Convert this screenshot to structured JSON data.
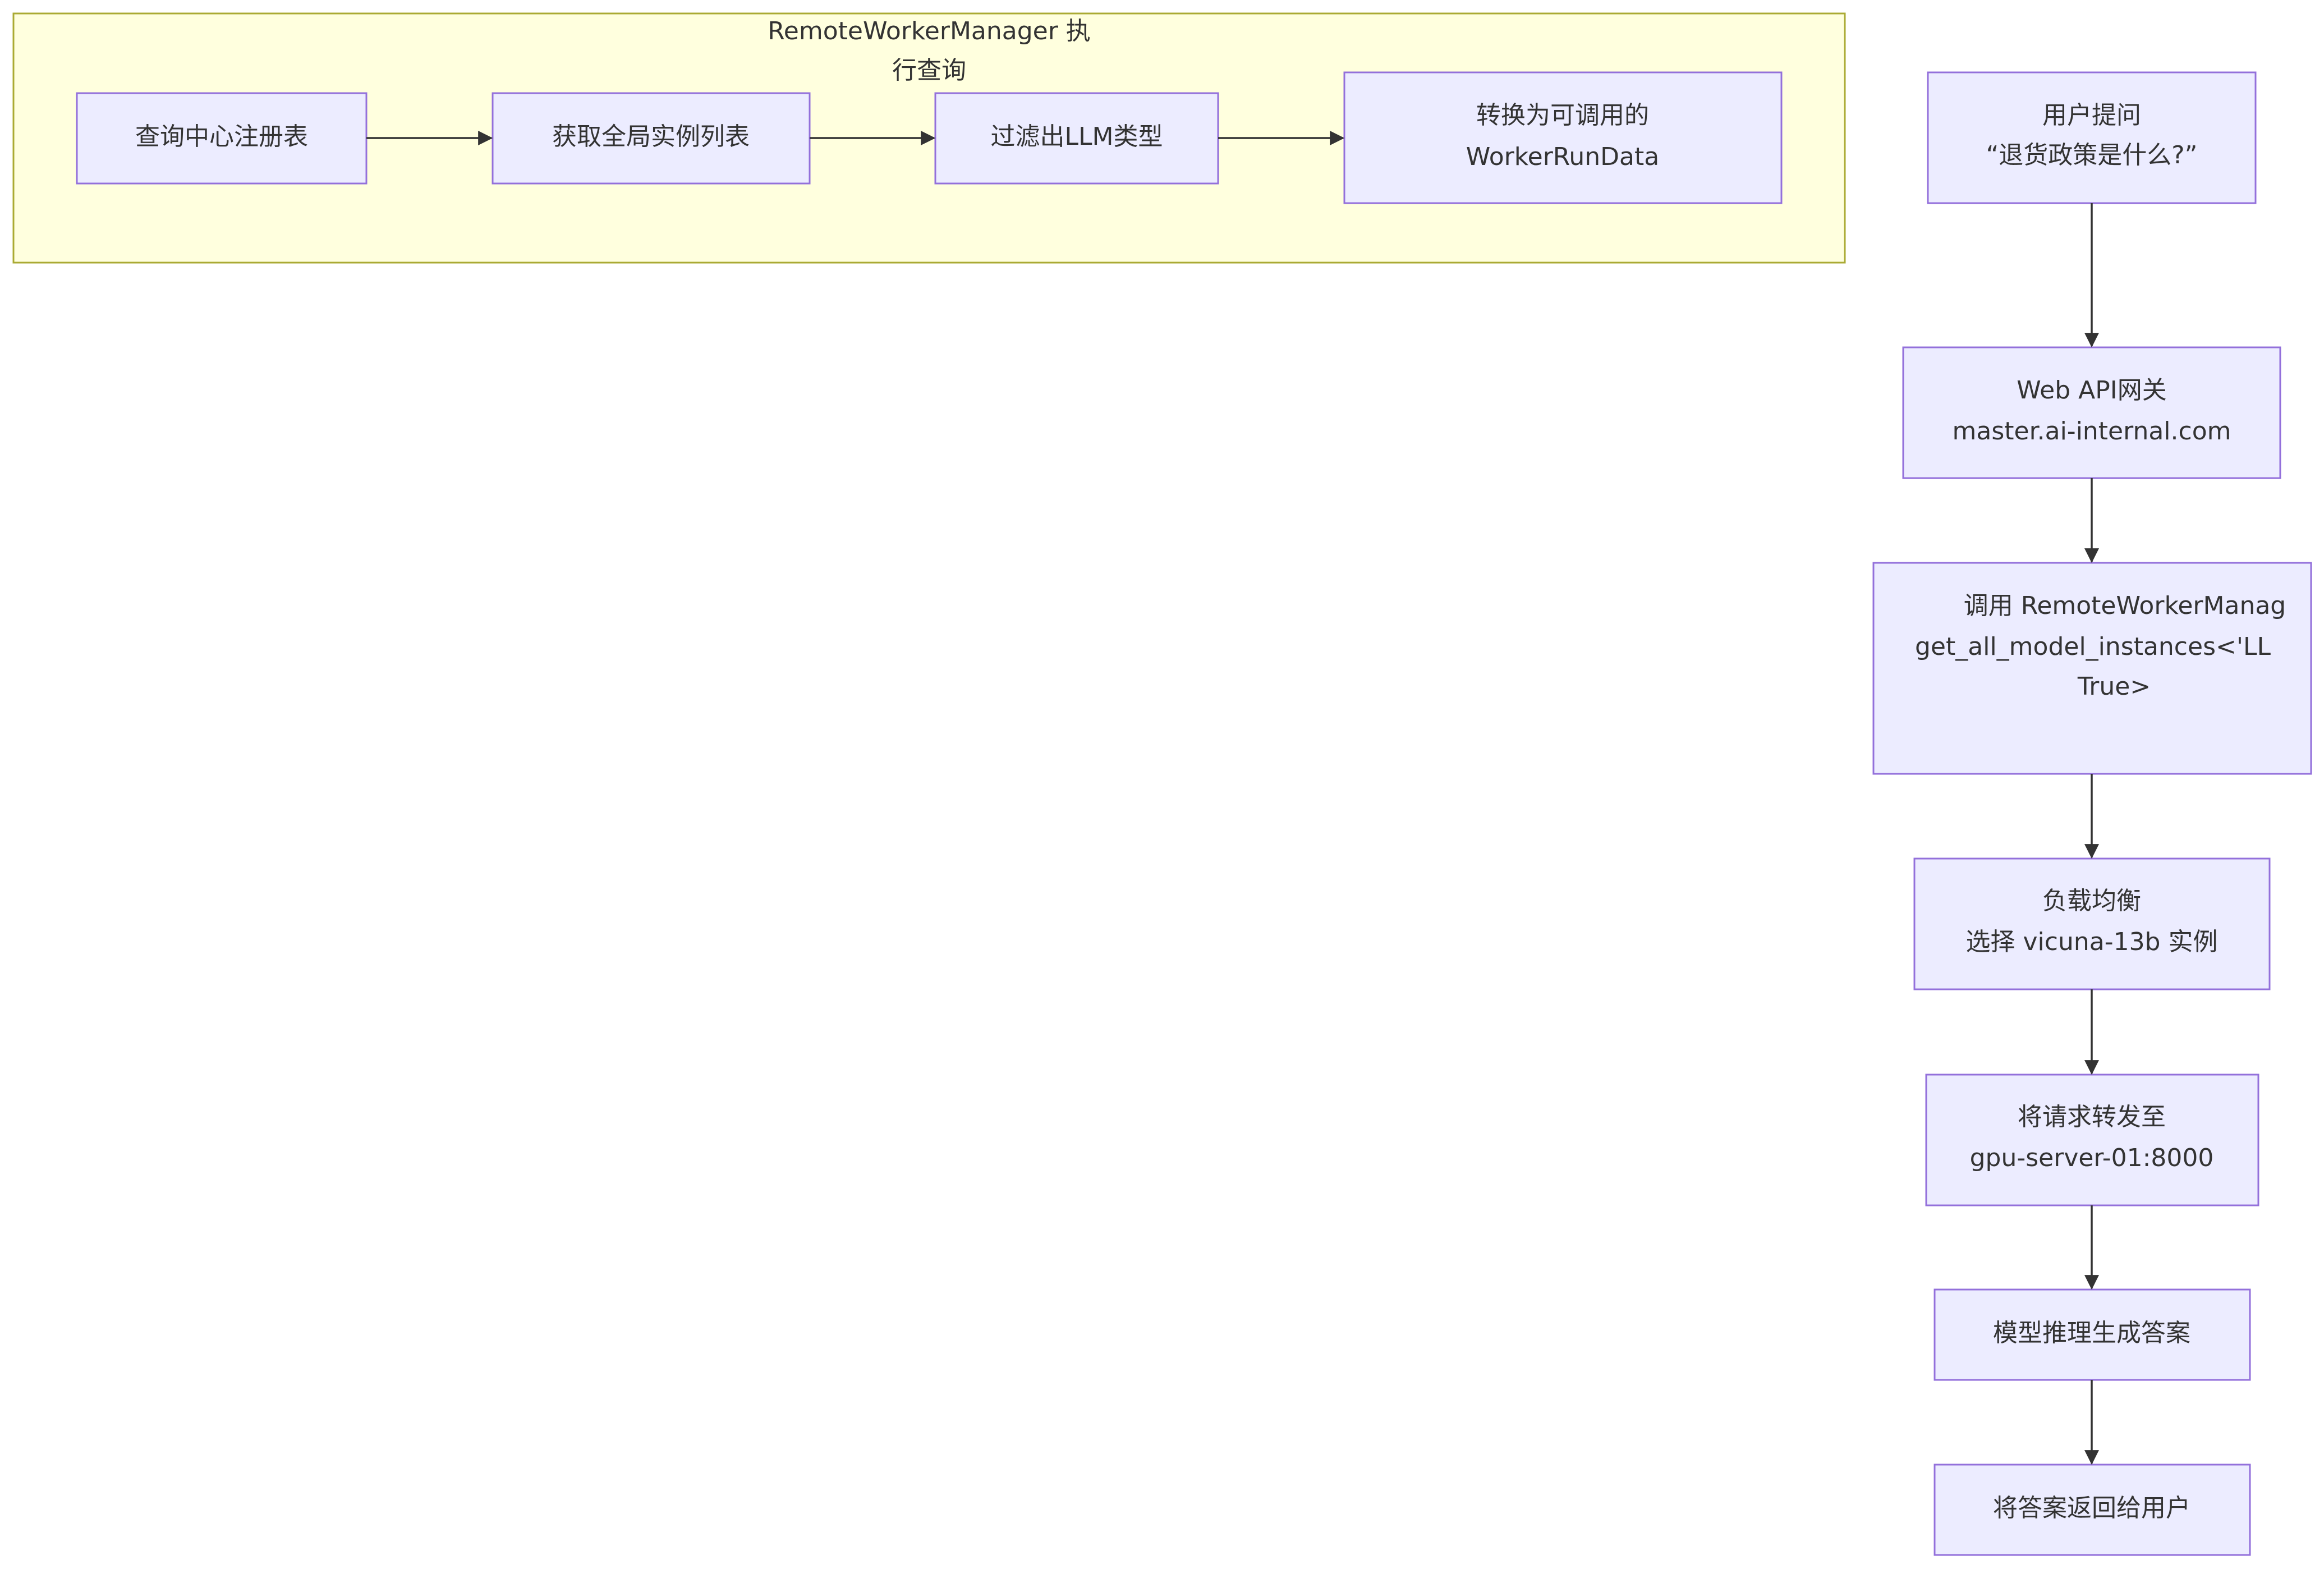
{
  "cluster": {
    "title_line1": "RemoteWorkerManager 执",
    "title_line2": "行查询"
  },
  "cluster_nodes": {
    "query_registry": "查询中心注册表",
    "get_instances": "获取全局实例列表",
    "filter_llm": "过滤出LLM类型",
    "convert_line1": "转换为可调用的",
    "convert_line2": "WorkerRunData"
  },
  "flow_nodes": {
    "user_question_line1": "用户提问",
    "user_question_line2": "“退货政策是什么?”",
    "gateway_line1": "Web API网关",
    "gateway_line2": "master.ai-internal.com",
    "call_line1": "调用 RemoteWorkerManag",
    "call_line2": "get_all_model_instances<'LL",
    "call_line3": "True>",
    "balance_line1": "负载均衡",
    "balance_line2": "选择 vicuna-13b 实例",
    "forward_line1": "将请求转发至",
    "forward_line2": "gpu-server-01:8000",
    "inference": "模型推理生成答案",
    "return_answer": "将答案返回给用户"
  }
}
